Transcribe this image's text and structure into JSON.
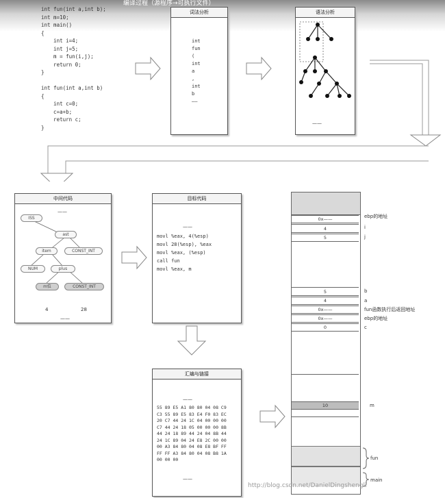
{
  "header": {
    "title": "编译过程（源程序→可执行文件）"
  },
  "source_code": {
    "lines": [
      "int fun(int a,int b);",
      "int m=10;",
      "int main()",
      "{",
      "    int i=4;",
      "    int j=5;",
      "    m = fun(i,j);",
      "    return 0;",
      "}",
      "",
      "int fun(int a,int b)",
      "{",
      "    int c=0;",
      "    c=a+b;",
      "    return c;",
      "}"
    ]
  },
  "lexical": {
    "title": "词法分析",
    "tokens": [
      "int",
      "fun",
      "(",
      "int",
      "a",
      ",",
      "int",
      "b",
      "——"
    ]
  },
  "syntax": {
    "title": "语法分析",
    "footer": "——"
  },
  "intermediate": {
    "title": "中间代码",
    "top_dash": "——",
    "nodes": [
      "ISS",
      "ast",
      "item",
      "CONST_INT",
      "NUM",
      "plus",
      "m位",
      "CONST_INT"
    ],
    "bottom_left": "4",
    "bottom_right": "28",
    "bottom_dash": "——"
  },
  "target": {
    "title": "目标代码",
    "top_dash": "——",
    "lines": [
      "movl %eax, 4(%esp)",
      "movl 28(%esp), %eax",
      "movl %eax, (%esp)",
      "call fun",
      "movl %eax, m"
    ]
  },
  "assembly": {
    "title": "汇编与链接",
    "top_dash": "——",
    "hex_lines": [
      "55 89 E5 A1 80 80 04 08 C9",
      "C3 55 89 E5 83 E4 F0 83 EC",
      "20 C7 44 24 1C 04 00 00 00",
      "C7 44 24 18 05 00 00 00 8B",
      "44 24 18 89 44 24 04 8B 44",
      "24 1C 89 04 24 E8 2C 00 00",
      "00 A3 84 80 04 08 E8 BF FF",
      "FF FF A3 84 80 04 08 B8 1A",
      "00 00 00"
    ],
    "bottom_dash": "——"
  },
  "memory": {
    "cells": [
      {
        "text": "0x——"
      },
      {
        "text": "4"
      },
      {
        "text": "5"
      },
      {
        "text": "5"
      },
      {
        "text": "4"
      },
      {
        "text": "0x——"
      },
      {
        "text": "0x——"
      },
      {
        "text": "0"
      },
      {
        "text": "10"
      }
    ],
    "labels": {
      "ebp_main": "ebp的地址",
      "i": "i",
      "j": "j",
      "b": "b",
      "a": "a",
      "ret": "fun函数执行后返回地址",
      "ebp_fun": "ebp的地址",
      "c": "c",
      "m": "m",
      "fun": "fun",
      "main": "main"
    }
  },
  "watermark": "http://blog.csdn.net/DanielDingshengli"
}
